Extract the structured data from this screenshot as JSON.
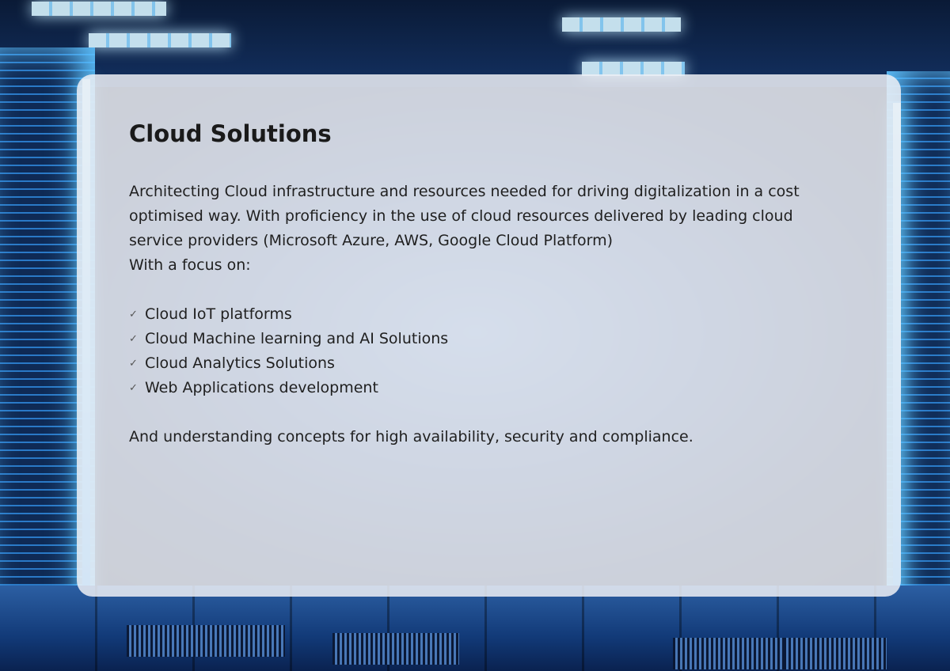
{
  "card": {
    "title": "Cloud Solutions",
    "intro_lines": [
      "Architecting Cloud infrastructure and resources needed for driving digitalization in a cost",
      "optimised way. With proficiency in the use of cloud resources delivered by leading cloud",
      "service providers (Microsoft Azure, AWS, Google Cloud Platform)",
      "With a focus on:"
    ],
    "features": [
      {
        "icon": "check-icon",
        "mark": "✓",
        "label": "Cloud IoT platforms"
      },
      {
        "icon": "check-icon",
        "mark": "✓",
        "label": "Cloud Machine learning and AI Solutions"
      },
      {
        "icon": "check-icon",
        "mark": "✓",
        "label": "Cloud Analytics Solutions"
      },
      {
        "icon": "check-icon",
        "mark": "✓",
        "label": "Web Applications development"
      }
    ],
    "closing": "And understanding concepts for high availability, security and compliance."
  },
  "colors": {
    "card_background": "#eceff5",
    "text": "#1f1f1f",
    "background_glow": "#5fc3ff"
  }
}
